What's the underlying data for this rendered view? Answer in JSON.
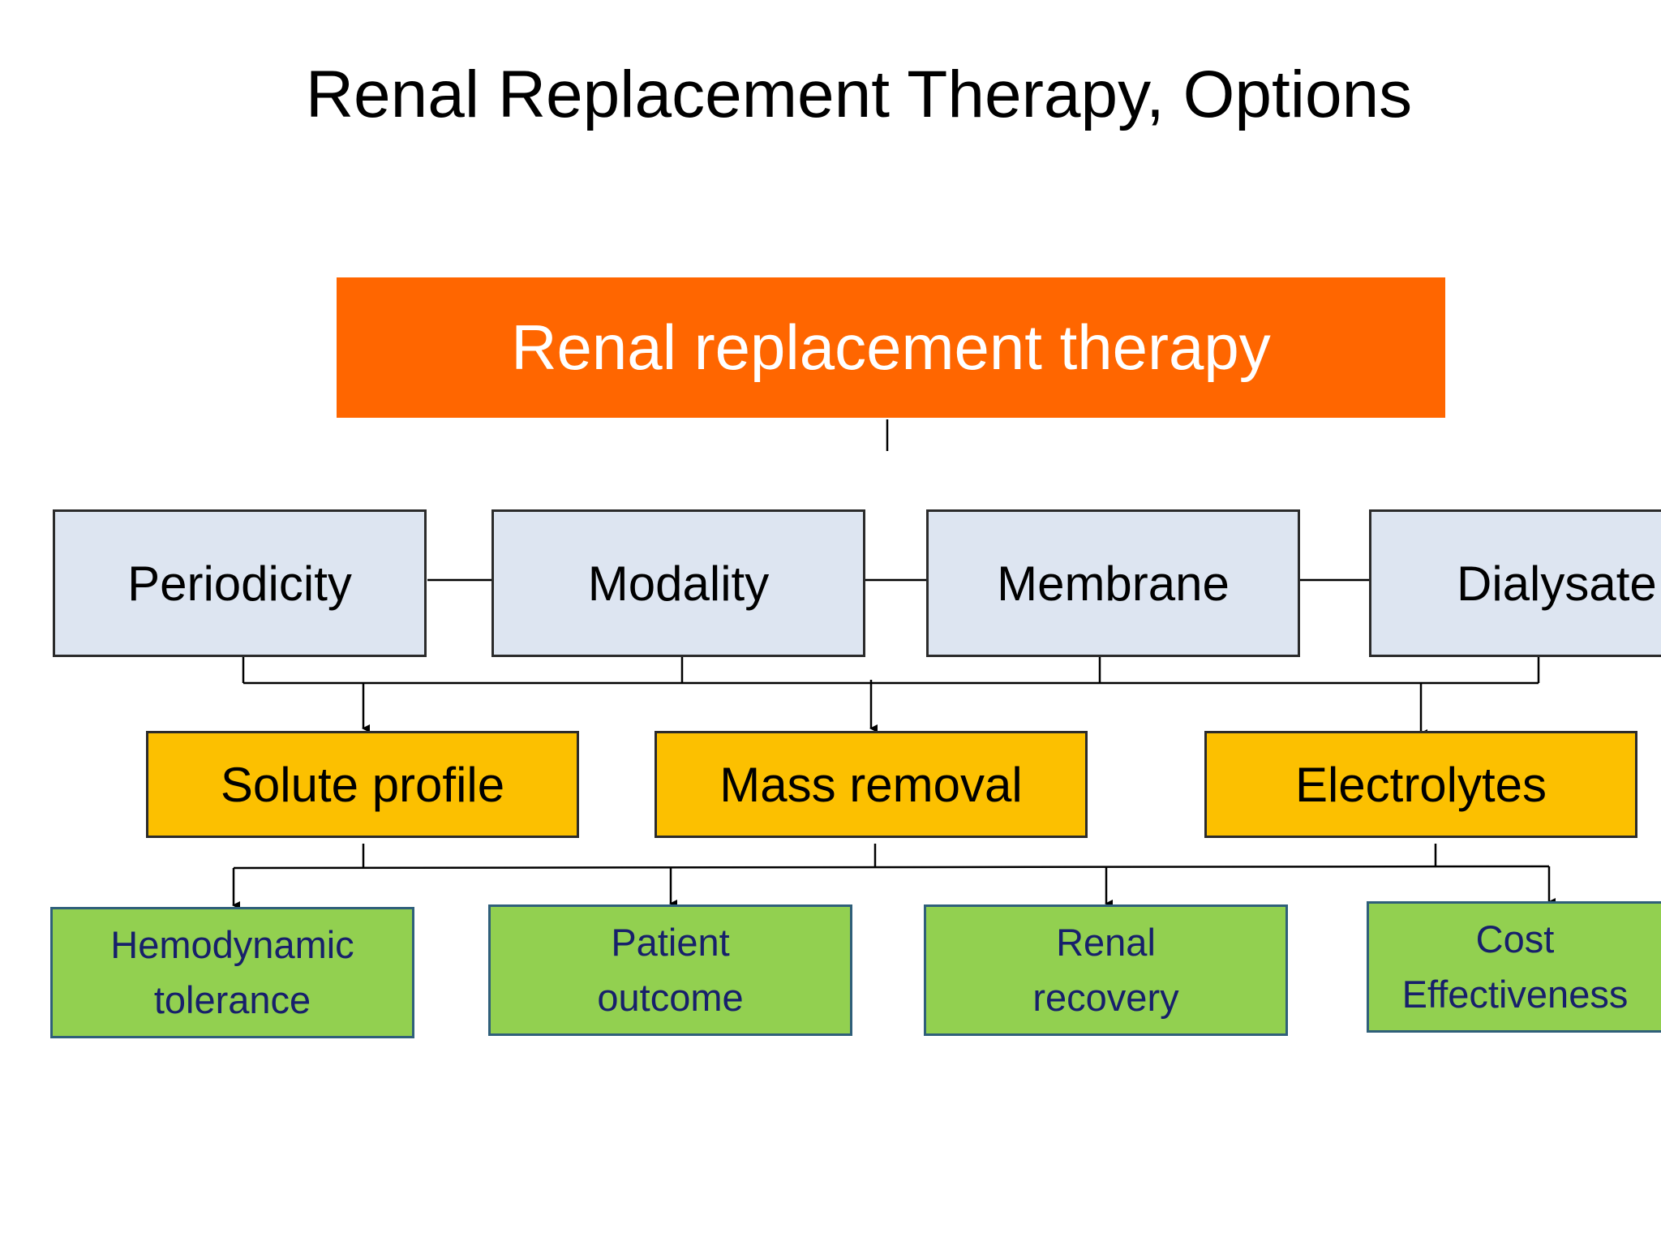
{
  "slide": {
    "title": "Renal Replacement Therapy, Options"
  },
  "diagram": {
    "root": {
      "label": "Renal replacement therapy"
    },
    "factors": [
      {
        "label": "Periodicity"
      },
      {
        "label": "Modality"
      },
      {
        "label": "Membrane"
      },
      {
        "label": "Dialysate"
      }
    ],
    "targets": [
      {
        "label": "Solute profile"
      },
      {
        "label": "Mass removal"
      },
      {
        "label": "Electrolytes"
      }
    ],
    "outcomes": [
      {
        "line1": "Hemodynamic",
        "line2": "tolerance"
      },
      {
        "line1": "Patient",
        "line2": "outcome"
      },
      {
        "line1": "Renal",
        "line2": "recovery"
      },
      {
        "line1": "Cost",
        "line2": "Effectiveness"
      }
    ]
  },
  "colors": {
    "root_fill": "#ff6600",
    "factor_fill": "#dde5f1",
    "target_fill": "#fcc000",
    "outcome_fill": "#92d050",
    "outcome_text": "#17206b"
  }
}
